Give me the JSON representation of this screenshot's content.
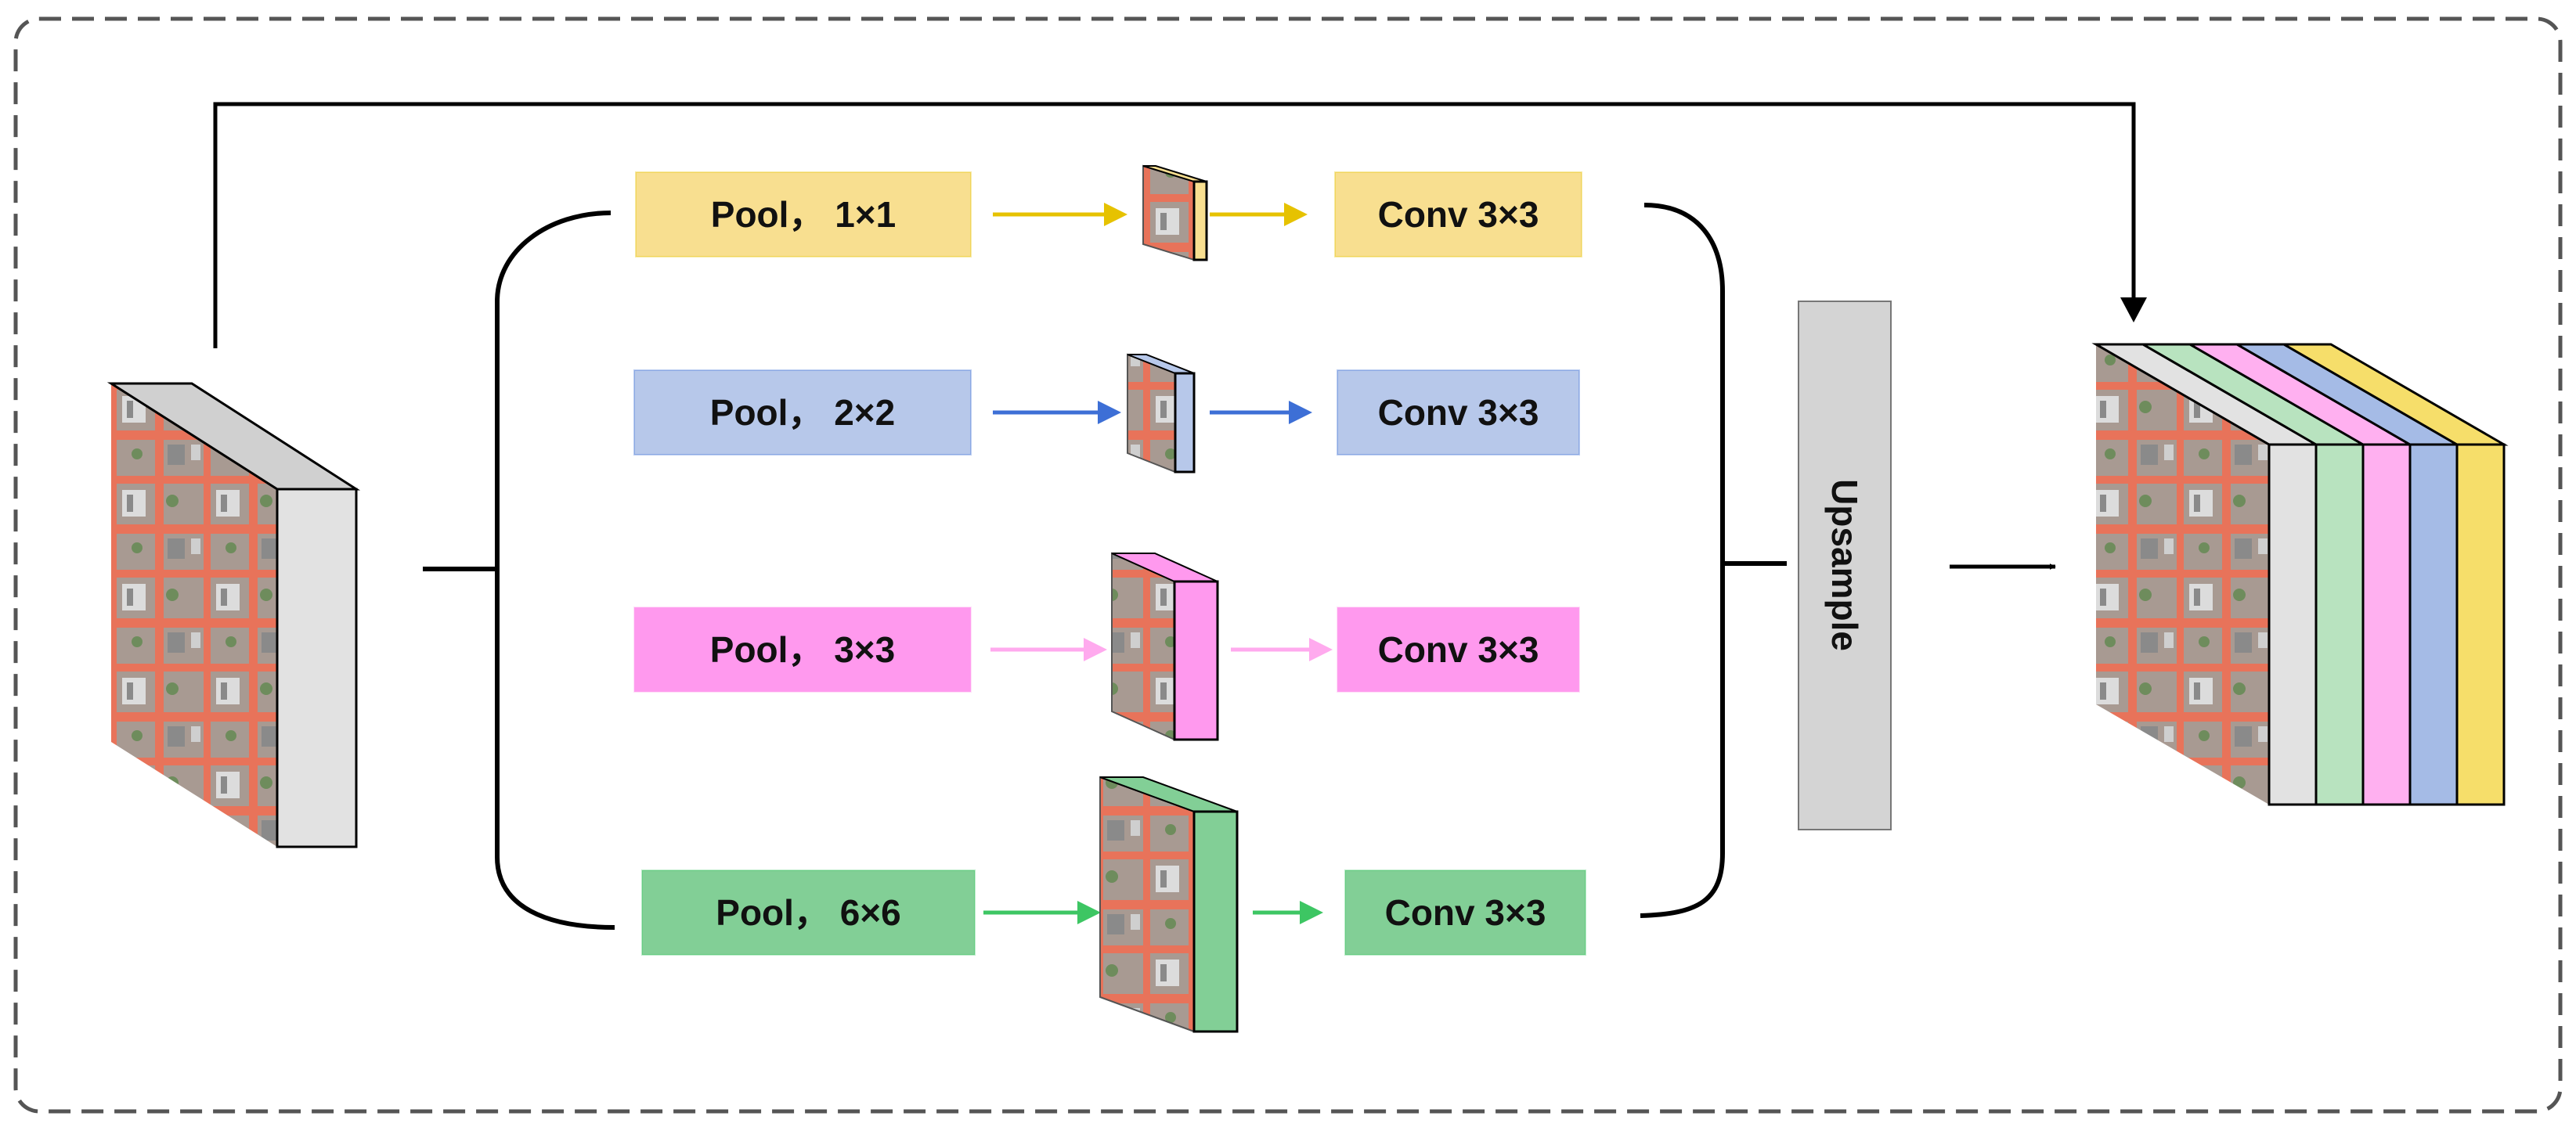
{
  "branches": [
    {
      "id": "pool1",
      "pool_label": "Pool， 1×1",
      "conv_label": "Conv 3×3",
      "color": "#f8df90",
      "arrow_color": "#e6c200"
    },
    {
      "id": "pool2",
      "pool_label": "Pool， 2×2",
      "conv_label": "Conv 3×3",
      "color": "#b7c8ea",
      "arrow_color": "#3d6fd6"
    },
    {
      "id": "pool3",
      "pool_label": "Pool， 3×3",
      "conv_label": "Conv 3×3",
      "color": "#ff99ee",
      "arrow_color": "#ffaaee"
    },
    {
      "id": "pool6",
      "pool_label": "Pool， 6×6",
      "conv_label": "Conv 3×3",
      "color": "#82cf96",
      "arrow_color": "#3dc663"
    }
  ],
  "upsample": {
    "label": "Upsample",
    "color": "#d4d4d4"
  },
  "output_layer_colors": [
    "#e2e2e2",
    "#b8e3bf",
    "#ffb0f0",
    "#a5bbe6",
    "#f6de6a"
  ],
  "input_side_color": "#e2e2e2",
  "image_palette": {
    "base": "#a89a92",
    "red": "#e8735a",
    "gray": "#8a8a8a",
    "light": "#dcdcdc"
  }
}
